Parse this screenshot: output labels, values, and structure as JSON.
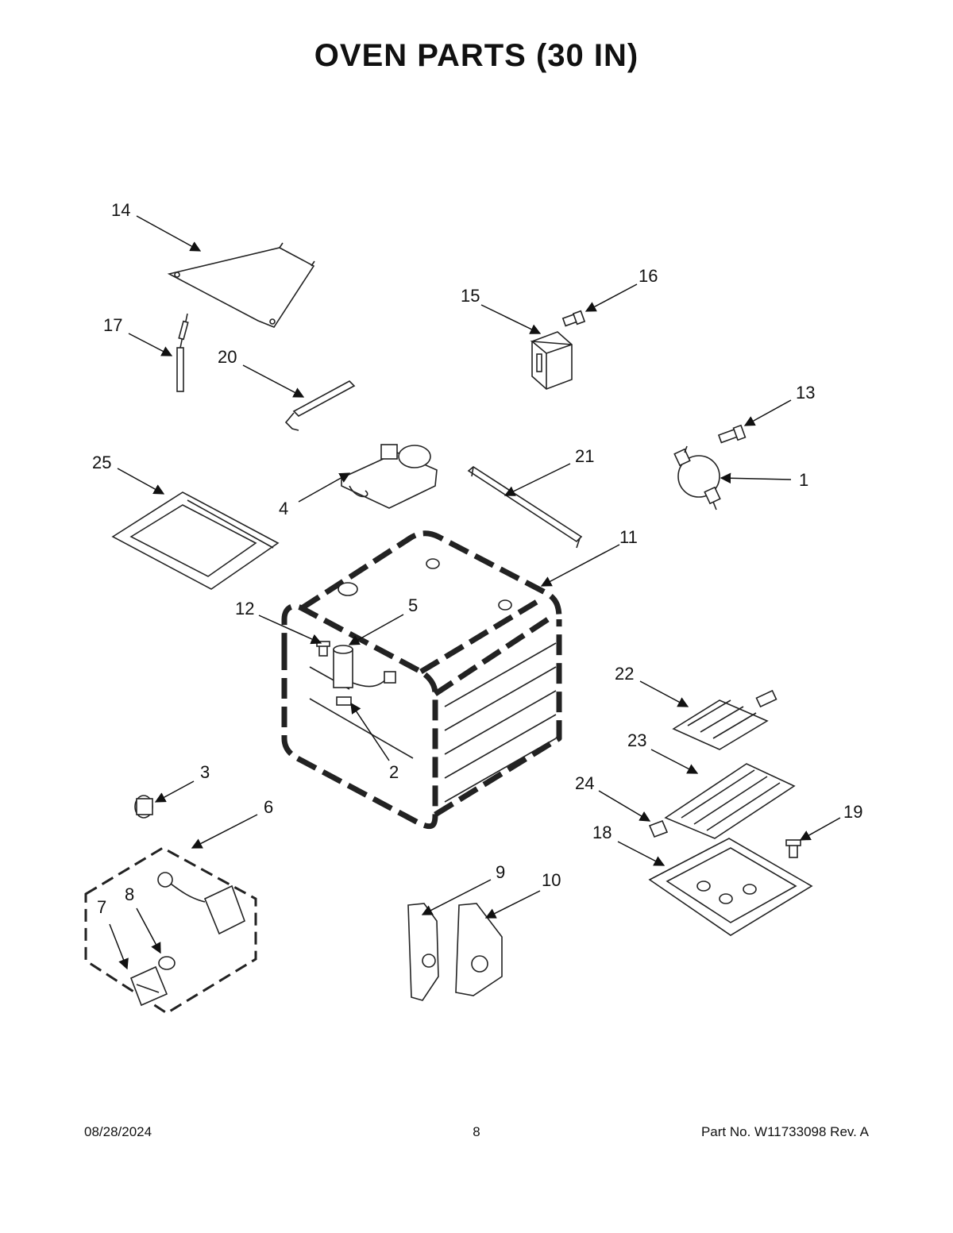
{
  "title": "OVEN PARTS (30 IN)",
  "footer": {
    "date": "08/28/2024",
    "page": "8",
    "part_no": "Part No.  W11733098  Rev.  A"
  },
  "callouts": {
    "c1": "1",
    "c2": "2",
    "c3": "3",
    "c4": "4",
    "c5": "5",
    "c6": "6",
    "c7": "7",
    "c8": "8",
    "c9": "9",
    "c10": "10",
    "c11": "11",
    "c12": "12",
    "c13": "13",
    "c14": "14",
    "c15": "15",
    "c16": "16",
    "c17": "17",
    "c18": "18",
    "c19": "19",
    "c20": "20",
    "c21": "21",
    "c22": "22",
    "c23": "23",
    "c24": "24",
    "c25": "25"
  }
}
